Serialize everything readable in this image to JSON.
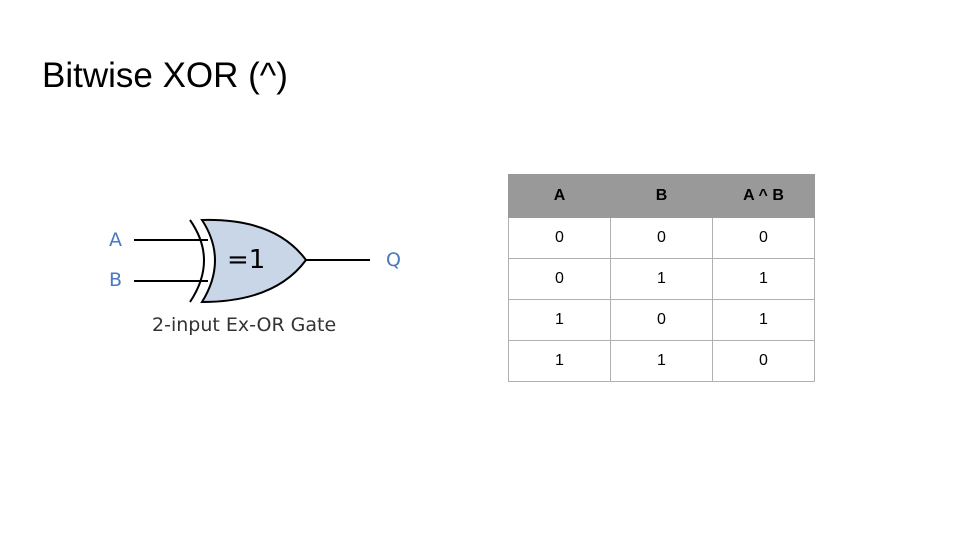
{
  "slide": {
    "title": "Bitwise XOR (^)"
  },
  "gate": {
    "input_a_label": "A",
    "input_b_label": "B",
    "output_label": "Q",
    "symbol_text": "=1",
    "caption": "2-input Ex-OR Gate",
    "fill_color": "#c9d6e8",
    "label_color": "#4a78c2"
  },
  "truth_table": {
    "headers": [
      "A",
      "B",
      "A ^ B"
    ],
    "rows": [
      [
        "0",
        "0",
        "0"
      ],
      [
        "0",
        "1",
        "1"
      ],
      [
        "1",
        "0",
        "1"
      ],
      [
        "1",
        "1",
        "0"
      ]
    ],
    "header_color": "#999999"
  }
}
